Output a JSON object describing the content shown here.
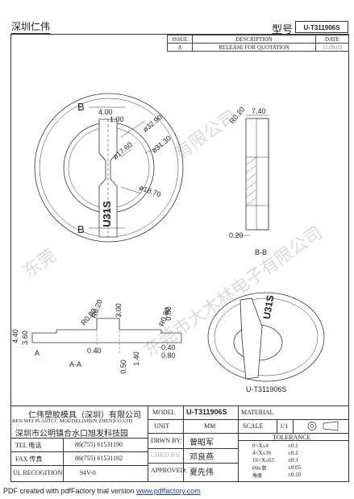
{
  "header": {
    "company_short": "深圳仁伟",
    "model_label": "型号",
    "model_value": "U-T311906S"
  },
  "revision_table": {
    "headers": [
      "ISSUE",
      "DESCRIPTION",
      "DATE"
    ],
    "rows": [
      [
        "A",
        "RELEASE FOR QUOTATION",
        "11.09.03"
      ]
    ]
  },
  "drawing": {
    "section_letter": "B",
    "section_bb_label": "B-B",
    "section_aa_label": "A-A",
    "section_a_letter": "A",
    "part_marking": "U31S",
    "iso_caption": "U-T311906S",
    "dims_top": [
      "4.00",
      "1.00",
      "ø32.90",
      "ø17.60",
      "ø31.30",
      "ø18.70"
    ],
    "dims_side": [
      "R0.20",
      "7.40",
      "0.20"
    ],
    "dims_aa": [
      "R0.80",
      "R0.20",
      "3.00",
      "R0.80",
      "0.80",
      "4.40",
      "3.60",
      "0.40",
      "0.40",
      "0.80",
      "0.50",
      "1.40"
    ]
  },
  "title_block": {
    "company_cn": "仁伟塑胶模具（深圳）有限公司",
    "company_en": "REN WEI PLASTCC MOUDEL(SHEN ZHEN)CO.LTD",
    "address_cn": "深圳市公明镇合水口旭发科技园",
    "tel_label": "TEL 电话",
    "tel_value": "86(755) 61531190",
    "fax_label": "FAX 传真",
    "fax_value": "86(755) 61531192",
    "ul_label": "UL RECOGITION",
    "ul_value": "94V-0",
    "model_label": "MODEL",
    "model_value": "U-T311906S",
    "material_label": "MATERIAL",
    "unit_label": "UNIT",
    "unit_value": "MM",
    "scale_label": "SCALE",
    "scale_value": "1/1",
    "drawn_label": "DRWN BY:",
    "drawn_value": "曾昭军",
    "checked_label": "CHKD BY:",
    "checked_value": "邓良燕",
    "approved_label": "APPROVED:",
    "approved_value": "夏先伟",
    "tolerance_label": "TOLERANCE",
    "tolerances": [
      {
        "range": "0<X≤4",
        "value": "±0.1"
      },
      {
        "range": "4<X≤16",
        "value": "±0.2"
      },
      {
        "range": "16<X≤63",
        "value": "±0.3"
      },
      {
        "range": "PIN 数",
        "value": "±0.05"
      },
      {
        "range": "角度",
        "value": "±0.10"
      }
    ]
  },
  "watermark": {
    "line1": "东莞",
    "line2": "有限公司",
    "line3": "东莞市大木林电子有限公司"
  },
  "footer": {
    "text": "PDF created with pdfFactory trial version ",
    "link": "www.pdffactory.com"
  }
}
